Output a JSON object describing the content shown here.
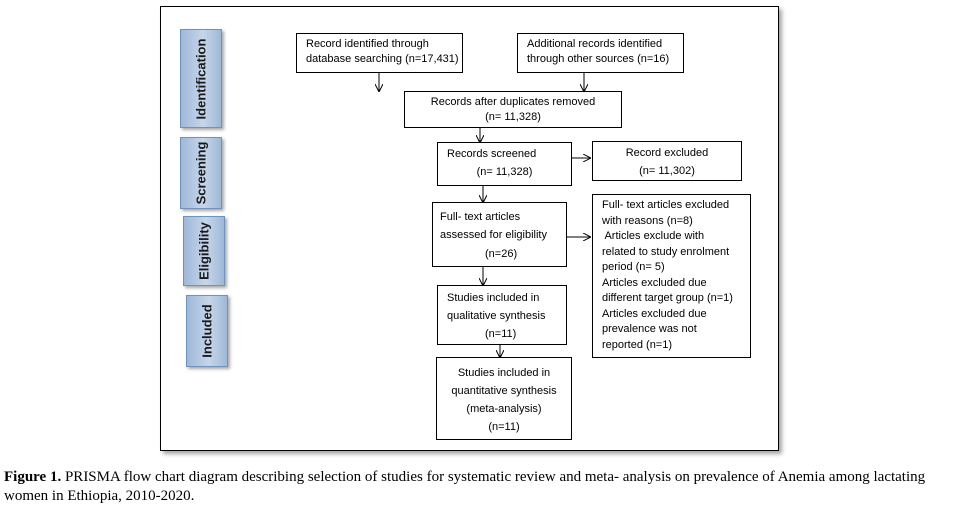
{
  "stages": {
    "identification": "Identification",
    "screening": "Screening",
    "eligibility": "Eligibility",
    "included": "Included"
  },
  "boxes": {
    "database": [
      "Record identified through",
      "database searching (n=17,431)"
    ],
    "other_sources": [
      "Additional records identified",
      "through other sources (n=16)"
    ],
    "after_duplicates": [
      "Records after duplicates removed",
      "(n= 11,328)"
    ],
    "screened": [
      "Records screened",
      "(n= 11,328)"
    ],
    "excluded": [
      "Record excluded",
      "(n= 11,302)"
    ],
    "fulltext": [
      "Full- text articles",
      "assessed for eligibility",
      "(n=26)"
    ],
    "fulltext_excluded": [
      "Full- text articles excluded",
      "with reasons (n=8)",
      " Articles exclude with",
      "related to study enrolment",
      "period (n= 5)",
      "Articles excluded due",
      "different target group (n=1)",
      "Articles excluded due",
      "prevalence was not",
      "reported (n=1)"
    ],
    "qualitative": [
      "Studies included in",
      "qualitative synthesis",
      "(n=11)"
    ],
    "quantitative": [
      "Studies included in",
      "quantitative synthesis",
      "(meta-analysis)",
      "(n=11)"
    ]
  },
  "caption": {
    "label": "Figure 1.",
    "text": " PRISMA flow chart diagram describing selection of studies for systematic review and meta- analysis on prevalence of Anemia among lactating women in Ethiopia, 2010-2020."
  }
}
